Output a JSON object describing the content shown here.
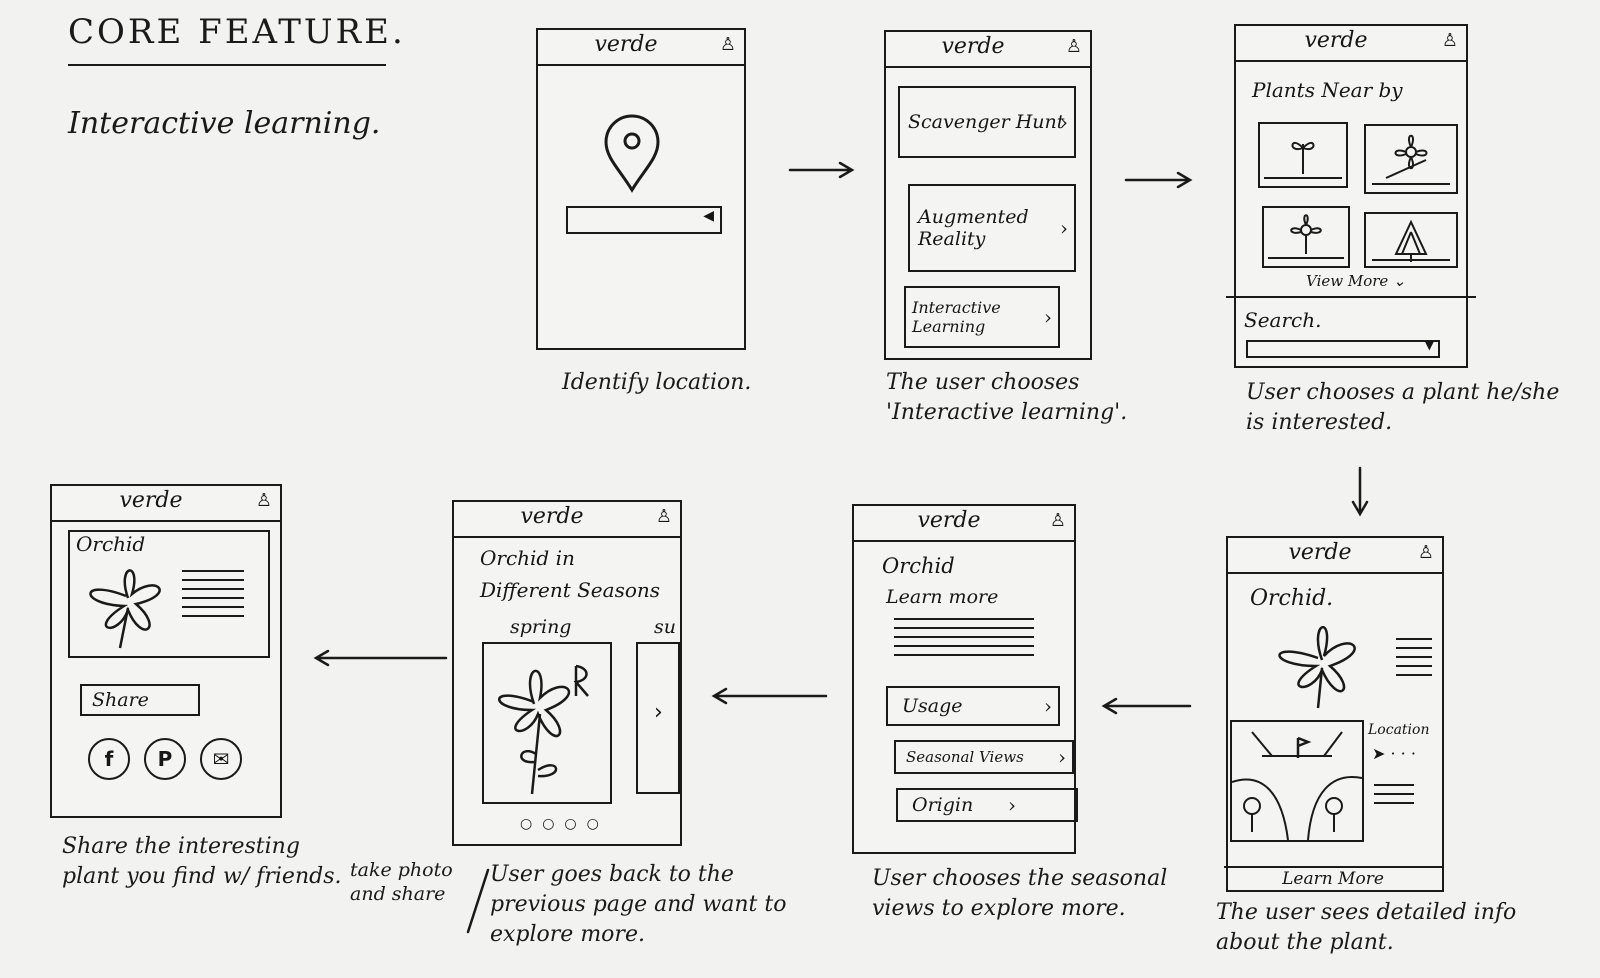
{
  "heading": "CORE FEATURE.",
  "subheading": "Interactive learning.",
  "app_name": "verde",
  "icons": {
    "user": "user-icon",
    "location_pin": "map-pin-icon",
    "chevron": "chevron-right-icon",
    "arrow": "arrow-icon"
  },
  "screens": {
    "location": {
      "caption": "Identify location."
    },
    "menu": {
      "items": [
        "Scavenger Hunt",
        "Augmented Reality",
        "Interactive Learning"
      ],
      "caption": "The user chooses 'Interactive learning'."
    },
    "nearby": {
      "title": "Plants Near by",
      "view_more": "View More",
      "search_label": "Search.",
      "caption": "User chooses a plant he/she is interested."
    },
    "detail": {
      "title": "Orchid.",
      "location_label": "Location",
      "learn_more_button": "Learn More",
      "caption": "The user sees detailed info about the plant."
    },
    "learn": {
      "title": "Orchid",
      "subtitle": "Learn more",
      "buttons": [
        "Usage",
        "Seasonal Views",
        "Origin"
      ],
      "caption": "User chooses the seasonal views to explore more."
    },
    "seasons": {
      "title": "Orchid in Different Seasons",
      "season_current": "spring",
      "season_next": "su",
      "caption": "User goes back to the previous page and want to explore more."
    },
    "share": {
      "card_title": "Orchid",
      "share_button": "Share",
      "social": [
        "f",
        "P",
        "✉"
      ],
      "caption": "Share the interesting plant you find w/ friends.",
      "side_note": "take photo and share"
    }
  }
}
